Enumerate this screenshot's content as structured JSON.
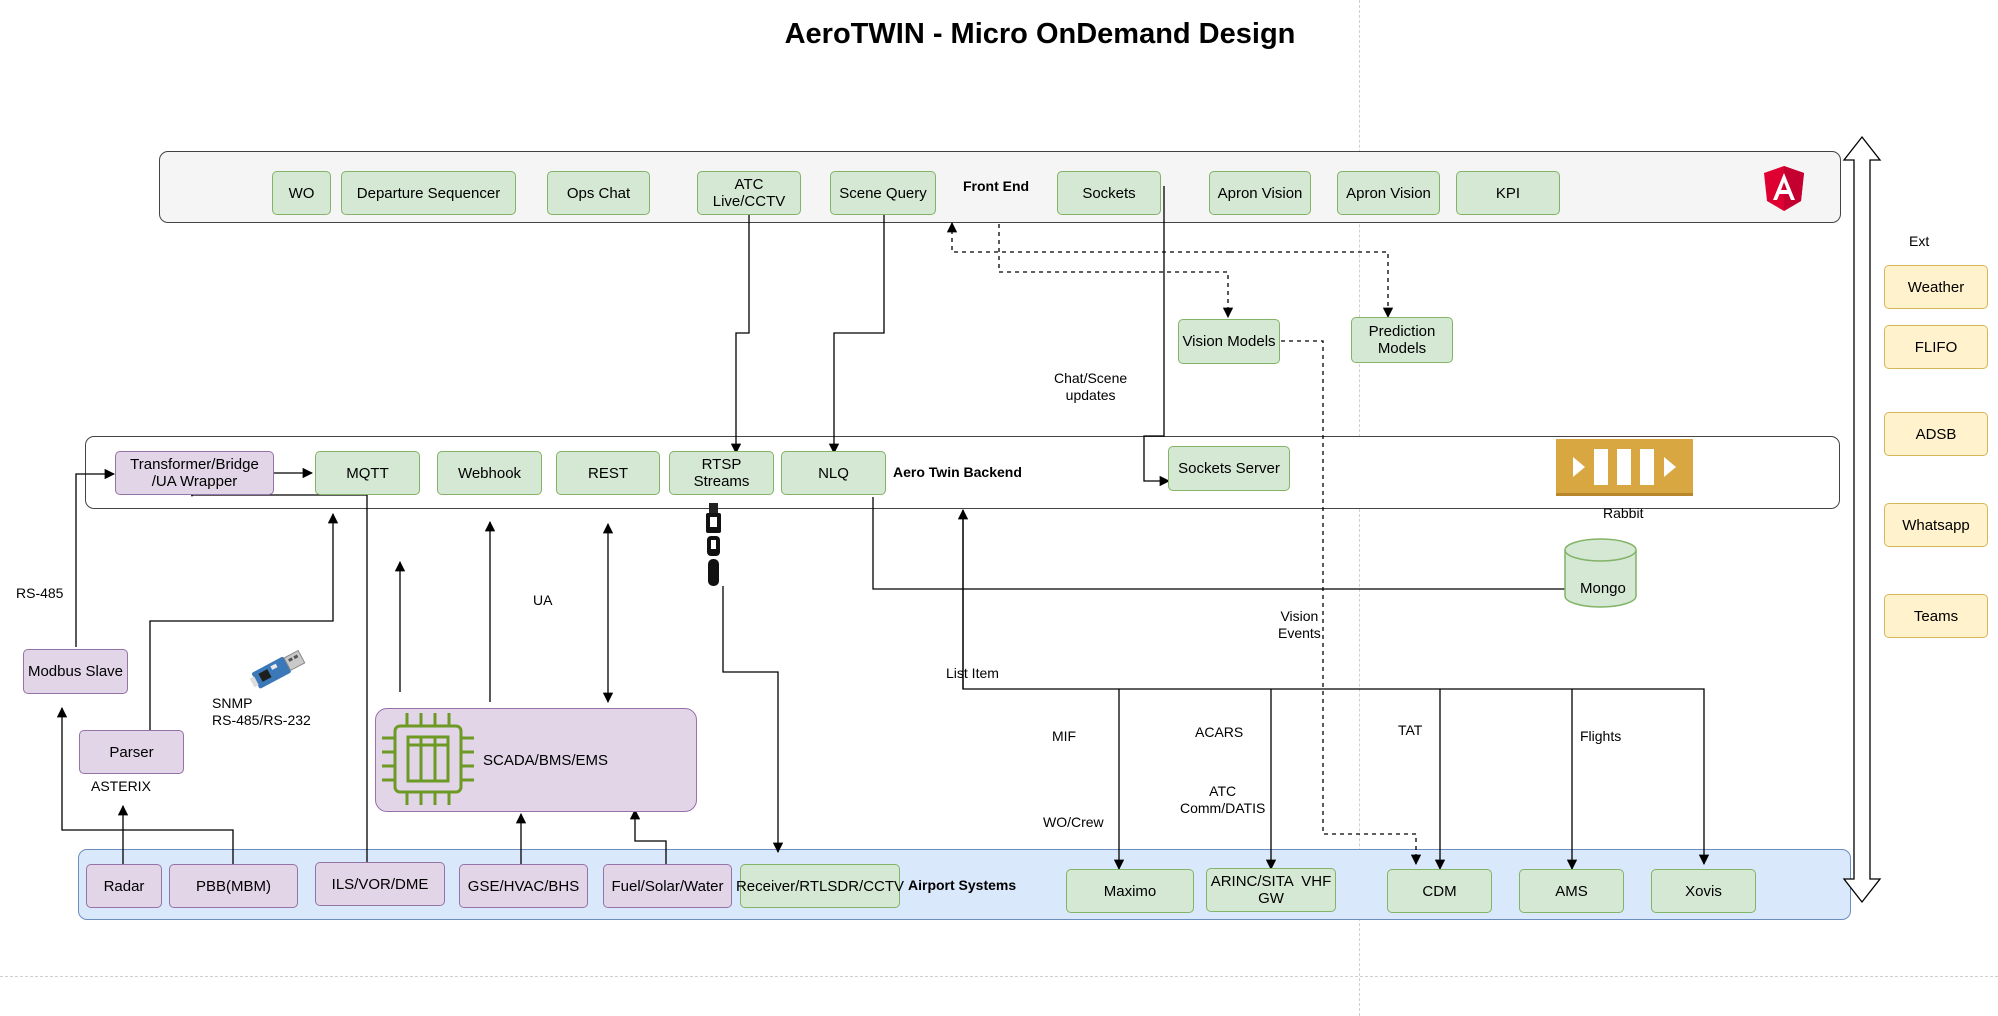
{
  "title": "AeroTWIN - Micro OnDemand Design",
  "frontend": {
    "label": "Front End",
    "items": [
      "WO",
      "Departure Sequencer",
      "Ops Chat",
      "ATC Live/CCTV",
      "Scene Query",
      "Sockets",
      "Apron Vision",
      "Apron Vision",
      "KPI"
    ]
  },
  "models": {
    "vision": "Vision Models",
    "prediction_line1": "Prediction",
    "prediction_line2": "Models"
  },
  "backend": {
    "label": "Aero Twin Backend",
    "transformer_line1": "Transformer/Bridge",
    "transformer_line2": "/UA Wrapper",
    "items": [
      "MQTT",
      "Webhook",
      "REST",
      "RTSP Streams",
      "NLQ"
    ],
    "sockets_server": "Sockets Server",
    "rabbit": "Rabbit",
    "mongo": "Mongo"
  },
  "left": {
    "modbus": "Modbus Slave",
    "parser": "Parser",
    "asterix": "ASTERIX",
    "rs485": "RS-485",
    "snmp_line1": "SNMP",
    "snmp_line2": "RS-485/RS-232"
  },
  "scada": "SCADA/BMS/EMS",
  "airport": {
    "label": "Airport Systems",
    "left_items": [
      "Radar",
      "PBB(MBM)",
      "ILS/VOR/DME",
      "GSE/HVAC/BHS",
      "Fuel/Solar/Water"
    ],
    "receiver": "Receiver/RTLSDR/CCTV",
    "maximo": "Maximo",
    "arinc_line1": "ARINC/SITA  VHF",
    "arinc_line2": "GW",
    "cdm": "CDM",
    "ams": "AMS",
    "xovis": "Xovis"
  },
  "ext": {
    "label": "Ext",
    "items": [
      "Weather",
      "FLIFO",
      "ADSB",
      "Whatsapp",
      "Teams"
    ]
  },
  "flow_labels": {
    "ua": "UA",
    "chat_line1": "Chat/Scene",
    "chat_line2": "updates",
    "vision_line1": "Vision",
    "vision_line2": "Events",
    "list_item": "List Item",
    "mif": "MIF",
    "acars": "ACARS",
    "tat": "TAT",
    "flights": "Flights",
    "wo_crew": "WO/Crew",
    "atc_line1": "ATC",
    "atc_line2": "Comm/DATIS"
  },
  "colors": {
    "green": "#d5e8d4",
    "purple": "#e1d5e7",
    "yellow": "#fff2cc",
    "blue": "#dae8fc",
    "rabbit": "#d9a741",
    "angular": "#dd0031",
    "scada_icon": "#6d9a24"
  }
}
